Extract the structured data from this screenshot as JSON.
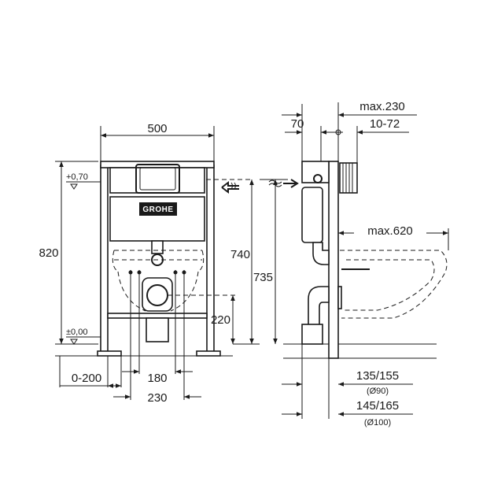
{
  "brand": {
    "logo_text": "GROHE"
  },
  "front_view": {
    "width_label": "500",
    "height_label": "820",
    "level_top_label": "+0,70",
    "level_floor_label": "±0,00",
    "supply_height_label": "740",
    "outlet_height_label": "220",
    "offset_label": "0-200",
    "spacing_inner_label": "180",
    "spacing_outer_label": "230"
  },
  "side_view": {
    "depth_max_label": "max.230",
    "wall_depth_label": "70",
    "adjust_label": "10-72",
    "height_label": "735",
    "bowl_projection_label": "max.620",
    "outlet_small_label": "135/155",
    "outlet_small_diameter": "(Ø90)",
    "outlet_large_label": "145/165",
    "outlet_large_diameter": "(Ø100)"
  }
}
